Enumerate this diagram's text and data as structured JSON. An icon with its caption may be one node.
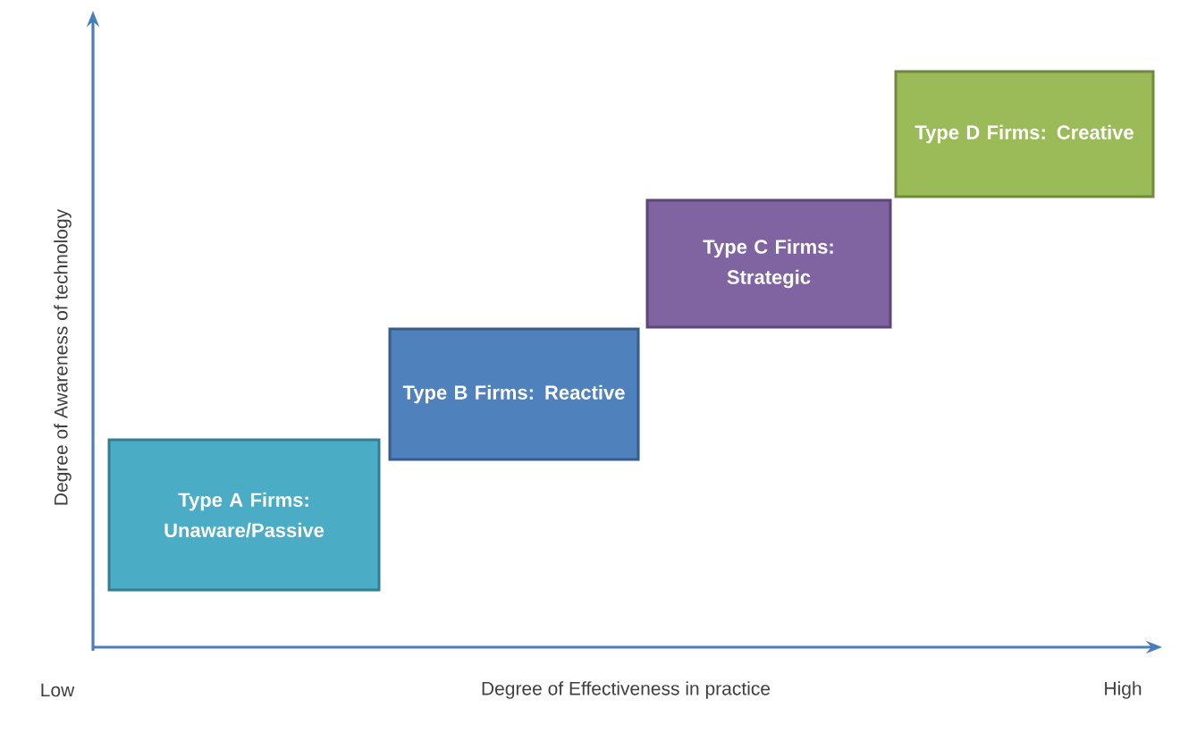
{
  "diagram": {
    "nodes": [
      {
        "text": [
          "Type A Firms: Unaware/Passive"
        ]
      },
      {
        "text": [
          "Type B Firms: Reactive"
        ]
      },
      {
        "text": [
          "Type C Firms: Strategic"
        ]
      },
      {
        "text": [
          "Type D Firms: Creative"
        ]
      }
    ],
    "labels": [
      "Degree of Awareness of technology",
      "Low",
      "Degree of Effectiveness in practice",
      "High"
    ]
  }
}
